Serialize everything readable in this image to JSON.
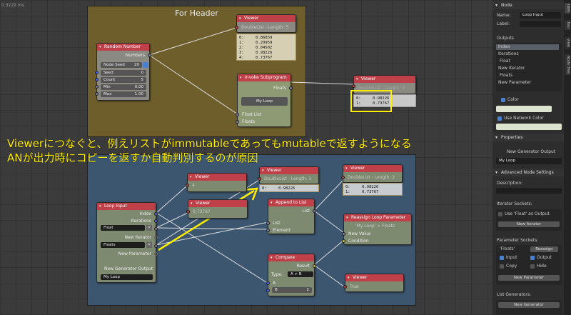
{
  "timer": "0.3229 ms",
  "annotation": {
    "line1": "Viewerにつなぐと、例えリストがimmutableであってもmutableで返すようになる",
    "line2": "ANが出力時にコピーを返すか自動判別するのが原因",
    "color": "#ffee00"
  },
  "frame_header": {
    "title": "For Header",
    "color": "#6e5e2c"
  },
  "frame_loop": {
    "color": "#3c5670"
  },
  "random_number": {
    "title": "Random Number",
    "output": "Numbers",
    "node_seed_label": "Node Seed",
    "node_seed": "20",
    "seed_label": "Seed",
    "seed": "0",
    "count_label": "Count",
    "count": "5",
    "min_label": "Min",
    "min": "0.00",
    "max_label": "Max",
    "max": "1.00"
  },
  "viewer_top": {
    "title": "Viewer",
    "info": "DoubleList - Length: 5",
    "rows": [
      "0:     0.86859",
      "1:     0.20959",
      "2:     0.04502",
      "3:     0.98226",
      "4:     0.73767"
    ]
  },
  "invoke": {
    "title": "Invoke Subprogram",
    "output": "Floats",
    "subprogram": "My Loop",
    "in1": "Float List",
    "in2": "Floats"
  },
  "viewer_right": {
    "title": "Viewer",
    "info": "DoubleList - Length: 2",
    "rows": [
      "0:     0.98226",
      "1:     0.73767"
    ]
  },
  "loop_input": {
    "title": "Loop Input",
    "index": "Index",
    "iterations": "Iterations",
    "float": "Float",
    "new_iterator": "New Iterator",
    "floats": "Floats",
    "new_parameter": "New Parameter",
    "new_generator": "New Generator Output",
    "loop": "My Loop"
  },
  "viewer_index": {
    "title": "Viewer",
    "value": "4"
  },
  "viewer_float": {
    "title": "Viewer",
    "value": "0.73767"
  },
  "viewer_len1": {
    "title": "Viewer",
    "info": "DoubleList - Length: 1",
    "rows": [
      "0:     0.98226"
    ]
  },
  "append": {
    "title": "Append to List",
    "output": "List",
    "in1": "List",
    "in2": "Element"
  },
  "compare": {
    "title": "Compare",
    "output": "Result",
    "type_label": "Type:",
    "type": "A > B",
    "a": "A",
    "b_label": "B",
    "b": "2"
  },
  "viewer_len2": {
    "title": "Viewer",
    "info": "DoubleList - Length: 2",
    "rows": [
      "0:     0.98226",
      "1:     0.73767"
    ]
  },
  "reassign": {
    "title": "Reassign Loop Parameter",
    "target": "'My Loop' > Floats",
    "in1": "New Value",
    "in2": "Condition"
  },
  "viewer_true": {
    "title": "Viewer",
    "value": "True"
  },
  "panel": {
    "tabs": [
      "Item",
      "Tool",
      "View",
      "Node Tree"
    ],
    "node_header": "Node",
    "name_label": "Name:",
    "name": "Loop Input",
    "label_label": "Label:",
    "label": "",
    "outputs_label": "Outputs",
    "outputs": [
      "Index",
      "Iterations",
      "Float",
      "New Iterator",
      "Floats",
      "New Parameter"
    ],
    "color_label": "Color",
    "color_value": "#dce3cf",
    "use_network_color": "Use Network Color",
    "properties_header": "Properties",
    "new_generator_output": "New Generator Output",
    "loop_name": "My Loop",
    "advanced_header": "Advanced Node Settings",
    "description_label": "Description:",
    "iterator_sockets": "Iterator Sockets:",
    "use_float_output": "Use 'Float' as Output",
    "new_iterator": "New Iterator",
    "parameter_sockets": "Parameter Sockets:",
    "param_name": "'Floats'",
    "reassign": "Reassign",
    "input": "Input",
    "output": "Output",
    "copy": "Copy",
    "hide": "Hide",
    "new_parameter": "New Parameter",
    "list_generators": "List Generators:",
    "new_generator": "New Generator"
  }
}
